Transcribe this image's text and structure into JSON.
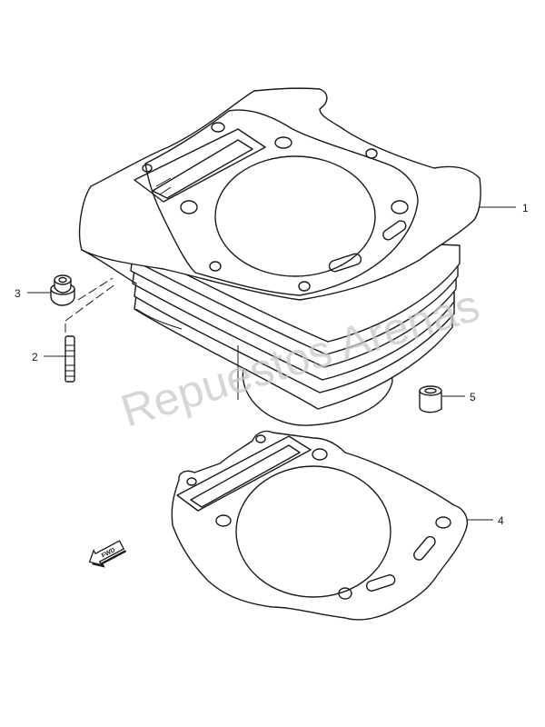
{
  "watermark": "Repuestos Arenas",
  "fwd_label": "FWD",
  "callouts": [
    "1",
    "2",
    "3",
    "4",
    "5"
  ]
}
